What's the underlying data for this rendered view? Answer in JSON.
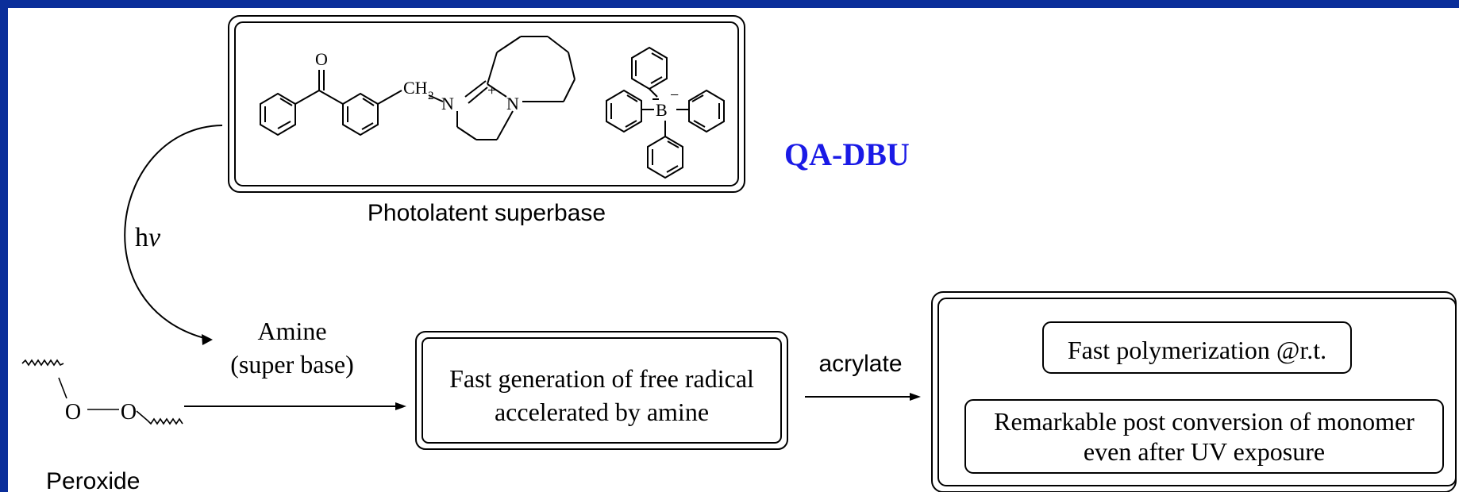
{
  "structure": {
    "carbonyl_o": "O",
    "ch2": "CH",
    "ch2_sub": "2",
    "plus": "+",
    "n1": "N",
    "n2": "N",
    "boron": "B",
    "minus": "−"
  },
  "labels": {
    "qa_dbu": "QA-DBU",
    "photolatent": "Photolatent superbase",
    "hv_h": "h",
    "hv_v": "v",
    "amine_line1": "Amine",
    "amine_line2": "(super base)",
    "peroxide_o1": "O",
    "peroxide_o2": "O",
    "peroxide": "Peroxide",
    "acrylate": "acrylate"
  },
  "boxes": {
    "radical_line1": "Fast generation of free radical",
    "radical_line2": "accelerated by amine",
    "poly": "Fast polymerization @r.t.",
    "post_line1": "Remarkable post conversion of monomer",
    "post_line2": "even after UV exposure"
  },
  "colors": {
    "frame": "#0a2e9a",
    "accent": "#1a1ae6",
    "line": "#000000"
  }
}
